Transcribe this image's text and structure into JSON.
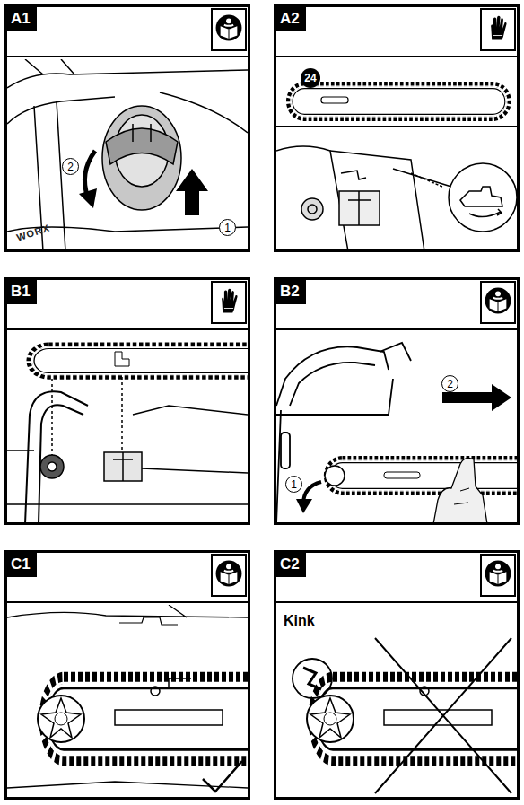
{
  "diagram": {
    "nodes": [
      {
        "text": [
          "A1"
        ]
      },
      {
        "text": [
          "A2"
        ]
      },
      {
        "text": [
          "B1"
        ]
      },
      {
        "text": [
          "B2"
        ]
      },
      {
        "text": [
          "C1"
        ]
      },
      {
        "text": [
          "C2"
        ]
      }
    ],
    "labels": [
      "2",
      "1",
      "WORX",
      "24",
      "1",
      "2",
      "Kink"
    ]
  }
}
